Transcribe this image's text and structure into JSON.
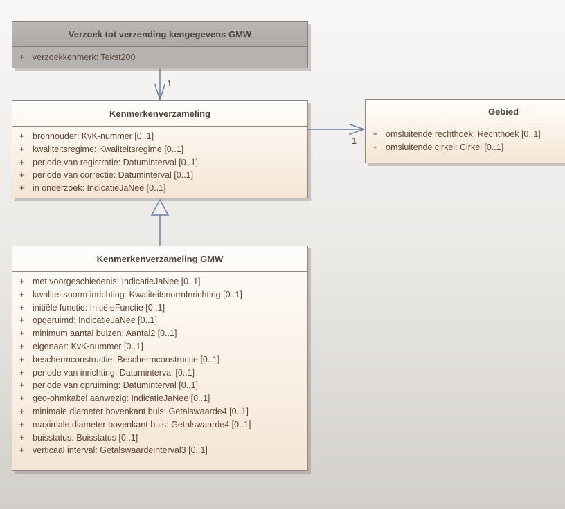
{
  "ui": {
    "visibility_symbol": "+"
  },
  "colors": {
    "box_fill_top": "#fefdfb",
    "box_fill_bottom": "#f4e5d4",
    "gray_box_fill": "#b5b2af",
    "box_border": "#95837d",
    "connector": "#6f7f9e",
    "title_text": "#4e453e",
    "attribute_text": "#5e4737",
    "background_top": "#f8f7f6",
    "background_bottom": "#d2cfca"
  },
  "classes": {
    "verzoek": {
      "name": "Verzoek tot verzending kengegevens GMW",
      "attributes": [
        "verzoekkenmerk: Tekst200"
      ]
    },
    "kenmerkenverzameling": {
      "name": "Kenmerkenverzameling",
      "attributes": [
        "bronhouder: KvK-nummer [0..1]",
        "kwaliteitsregime: Kwaliteitsregime [0..1]",
        "periode van registratie: Datuminterval [0..1]",
        "periode van correctie: Datuminterval [0..1]",
        "in onderzoek: IndicatieJaNee [0..1]"
      ]
    },
    "gebied": {
      "name": "Gebied",
      "attributes": [
        "omsluitende rechthoek: Rechthoek [0..1]",
        "omsluitende cirkel: Cirkel [0..1]"
      ]
    },
    "gmw": {
      "name": "Kenmerkenverzameling GMW",
      "attributes": [
        "met voorgeschiedenis: IndicatieJaNee [0..1]",
        "kwaliteitsnorm inrichting: KwaliteitsnormInrichting [0..1]",
        "initiële functie: InitiëleFunctie [0..1]",
        "opgeruimd: IndicatieJaNee [0..1]",
        "minimum aantal buizen: Aantal2 [0..1]",
        "eigenaar: KvK-nummer [0..1]",
        "beschermconstructie: Beschermconstructie [0..1]",
        "periode van inrichting: Datuminterval [0..1]",
        "periode van opruiming: Datuminterval [0..1]",
        "geo-ohmkabel aanwezig: IndicatieJaNee [0..1]",
        "minimale diameter bovenkant buis: Getalswaarde4 [0..1]",
        "maximale diameter bovenkant buis: Getalswaarde4 [0..1]",
        "buisstatus: Buisstatus [0..1]",
        "verticaal interval: Getalswaardeinterval3 [0..1]"
      ]
    }
  },
  "connectors": {
    "verzoek_to_kenmerkenverzameling": {
      "type": "directed association",
      "multiplicity": "1"
    },
    "kenmerkenverzameling_to_gebied": {
      "type": "directed association",
      "multiplicity": "1"
    },
    "gmw_to_kenmerkenverzameling": {
      "type": "generalization",
      "multiplicity": ""
    }
  }
}
